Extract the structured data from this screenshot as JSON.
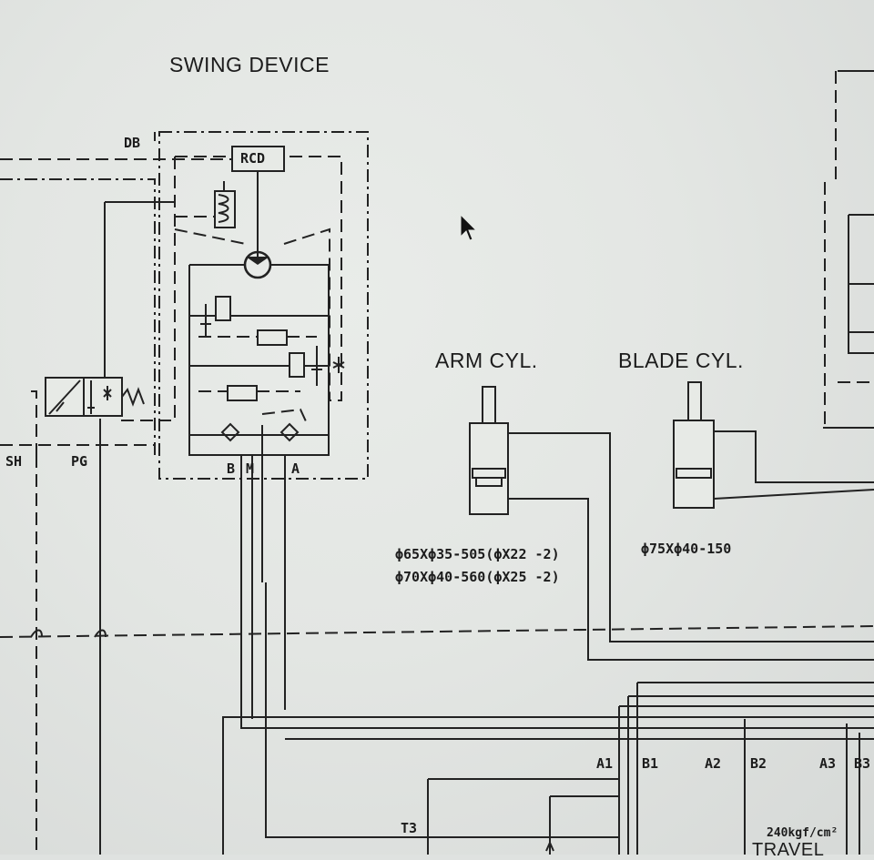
{
  "labels": {
    "swing_device": "SWING DEVICE",
    "arm_cyl": "ARM CYL.",
    "blade_cyl": "BLADE CYL.",
    "db": "DB",
    "rcd": "RCD",
    "sh": "SH",
    "pg": "PG",
    "b": "B",
    "m": "M",
    "a": "A",
    "arm_spec_1": "ϕ65Xϕ35-505(ϕX22 -2)",
    "arm_spec_2": "ϕ70Xϕ40-560(ϕX25 -2)",
    "blade_spec": "ϕ75Xϕ40-150",
    "a1": "A1",
    "b1": "B1",
    "a2": "A2",
    "b2": "B2",
    "a3": "A3",
    "b3": "B3",
    "t3": "T3",
    "pressure": "240kgf/cm²",
    "travel": "TRAVEL"
  }
}
